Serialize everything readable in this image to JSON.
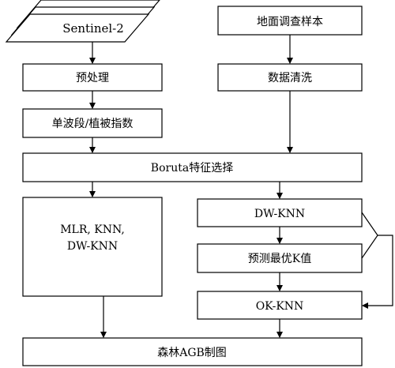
{
  "nodes": {
    "sentinel": "Sentinel-2",
    "survey": "地面调查样本",
    "preprocess": "预处理",
    "cleaning": "数据清洗",
    "indices": "单波段/植被指数",
    "boruta": "Boruta特征选择",
    "models_line1": "MLR, KNN,",
    "models_line2": "DW-KNN",
    "dwknn": "DW-KNN",
    "optk": "预测最优K值",
    "okknn": "OK-KNN",
    "agb": "森林AGB制图"
  }
}
